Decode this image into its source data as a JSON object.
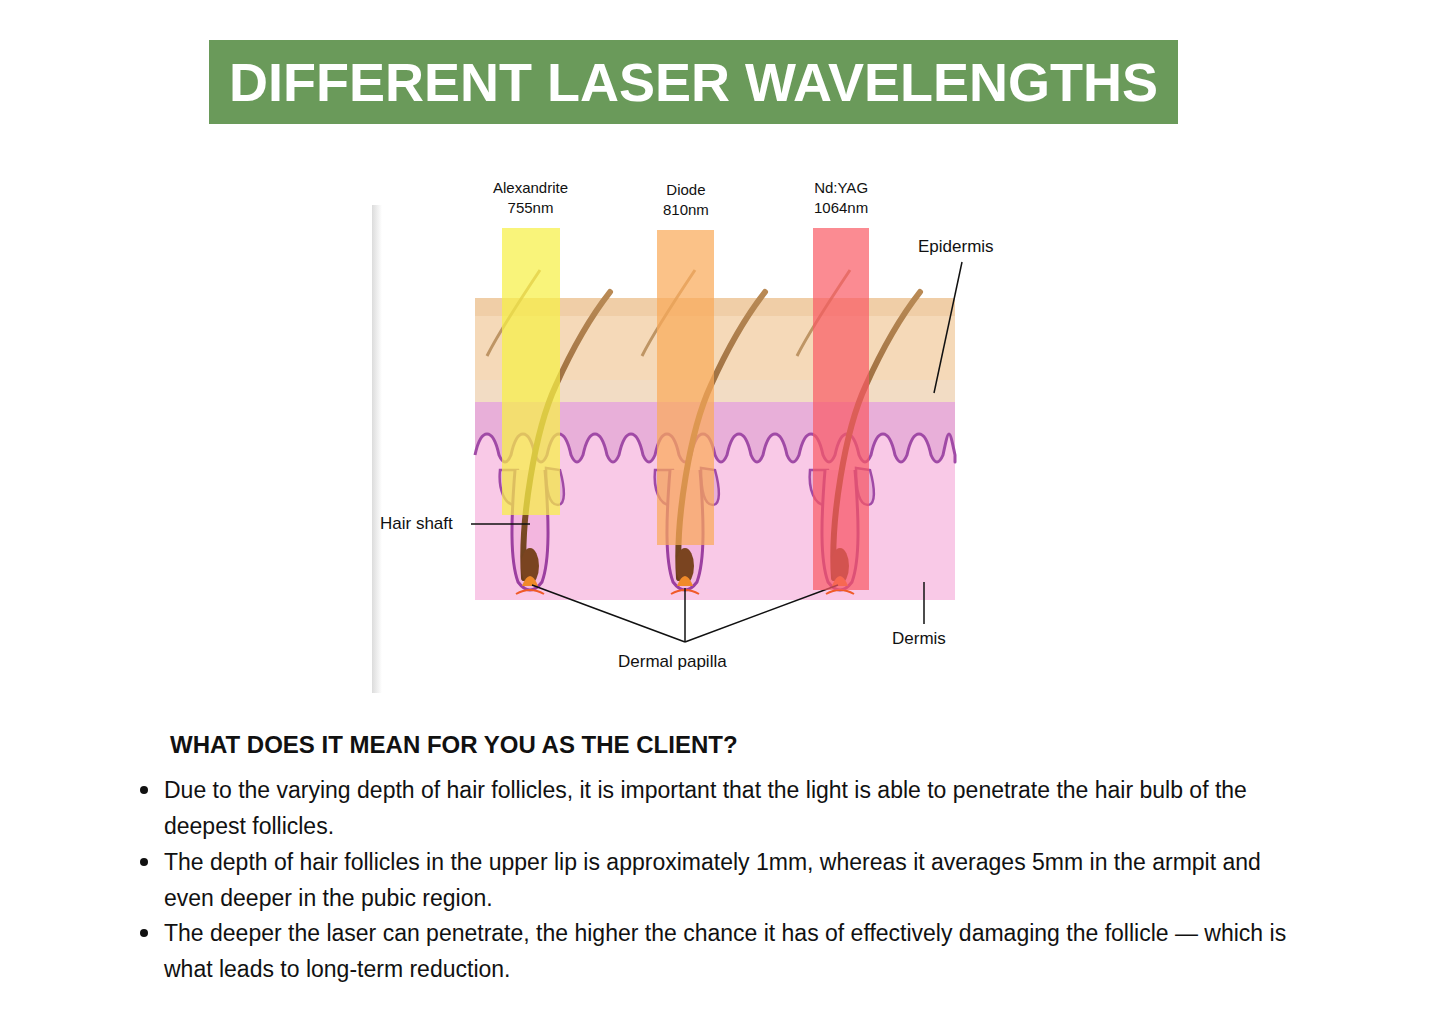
{
  "diagram": {
    "title": "DIFFERENT LASER WAVELENGTHS",
    "nodes": [
      {
        "text": [
          "Alexandrite 755nm"
        ]
      },
      {
        "text": [
          "Diode 810nm"
        ]
      },
      {
        "text": [
          "Nd:YAG 1064nm"
        ]
      }
    ],
    "labels": [
      "Epidermis",
      "Hair shaft",
      "Dermis",
      "Dermal papilla",
      "WHAT DOES IT MEAN FOR YOU AS THE CLIENT?",
      "Due to the varying depth of hair follicles, it is important that the light is able to penetrate the hair bulb of the deepest follicles.",
      "The depth of hair follicles in the upper lip is approximately 1mm, whereas it averages 5mm in the armpit and even deeper in the pubic region.",
      "The deeper the laser can penetrate, the higher the chance it has of effectively damaging the follicle — which is what leads to long-term reduction."
    ]
  }
}
